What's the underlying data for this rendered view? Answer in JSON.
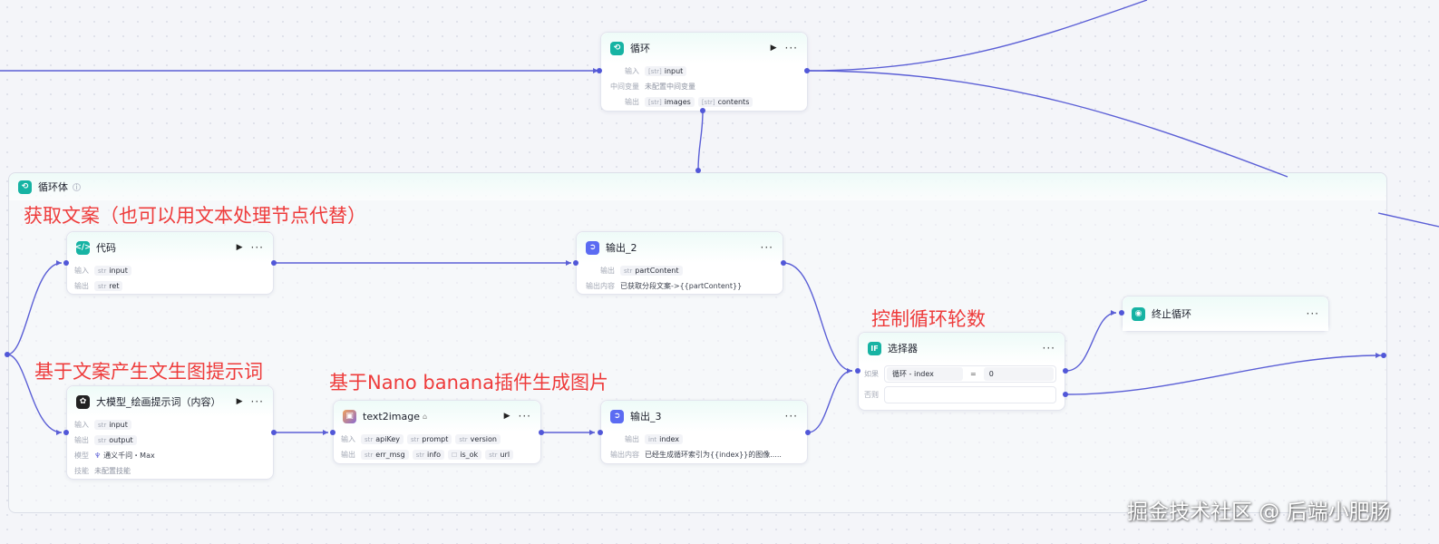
{
  "loop_node": {
    "title": "循环",
    "input_label": "输入",
    "input_type": "[str]",
    "input_name": "input",
    "mid_label": "中间变量",
    "mid_value": "未配置中间变量",
    "output_label": "输出",
    "outputs": [
      {
        "type": "[str]",
        "name": "images"
      },
      {
        "type": "[str]",
        "name": "contents"
      }
    ]
  },
  "loop_body": {
    "title": "循环体"
  },
  "annotations": {
    "get_copy": "获取文案（也可以用文本处理节点代替）",
    "prompt_gen": "基于文案产生文生图提示词",
    "image_gen": "基于Nano banana插件生成图片",
    "round_control": "控制循环轮数"
  },
  "code_node": {
    "title": "代码",
    "input_label": "输入",
    "input_type": "str",
    "input_name": "input",
    "output_label": "输出",
    "output_type": "str",
    "output_name": "ret"
  },
  "output2_node": {
    "title": "输出_2",
    "output_label": "输出",
    "output_type": "str",
    "output_name": "partContent",
    "content_label": "输出内容",
    "content_value": "已获取分段文案->{{partContent}}"
  },
  "llm_node": {
    "title": "大模型_绘画提示词（内容）",
    "input_label": "输入",
    "input_type": "str",
    "input_name": "input",
    "output_label": "输出",
    "output_type": "str",
    "output_name": "output",
    "model_label": "模型",
    "model_value": "通义千问・Max",
    "skill_label": "技能",
    "skill_value": "未配置技能"
  },
  "t2i_node": {
    "title": "text2image",
    "input_label": "输入",
    "inputs": [
      {
        "type": "str",
        "name": "apiKey"
      },
      {
        "type": "str",
        "name": "prompt"
      },
      {
        "type": "str",
        "name": "version"
      }
    ],
    "output_label": "输出",
    "outputs": [
      {
        "type": "str",
        "name": "err_msg"
      },
      {
        "type": "str",
        "name": "info"
      },
      {
        "type": "☐",
        "name": "is_ok"
      },
      {
        "type": "str",
        "name": "url"
      }
    ]
  },
  "output3_node": {
    "title": "输出_3",
    "output_label": "输出",
    "output_type": "int",
    "output_name": "index",
    "content_label": "输出内容",
    "content_value": "已经生成循环索引为{{index}}的图像....."
  },
  "selector_node": {
    "title": "选择器",
    "if_label": "如果",
    "cond_left": "循环 - index",
    "cond_op": "=",
    "cond_right": "0",
    "else_label": "否则"
  },
  "stop_node": {
    "title": "终止循环"
  },
  "watermark": "掘金技术社区 @ 后端小肥肠",
  "colors": {
    "wire": "#5b5fd6",
    "accent": "#16b3a3",
    "annotation": "#ee3b3b"
  }
}
